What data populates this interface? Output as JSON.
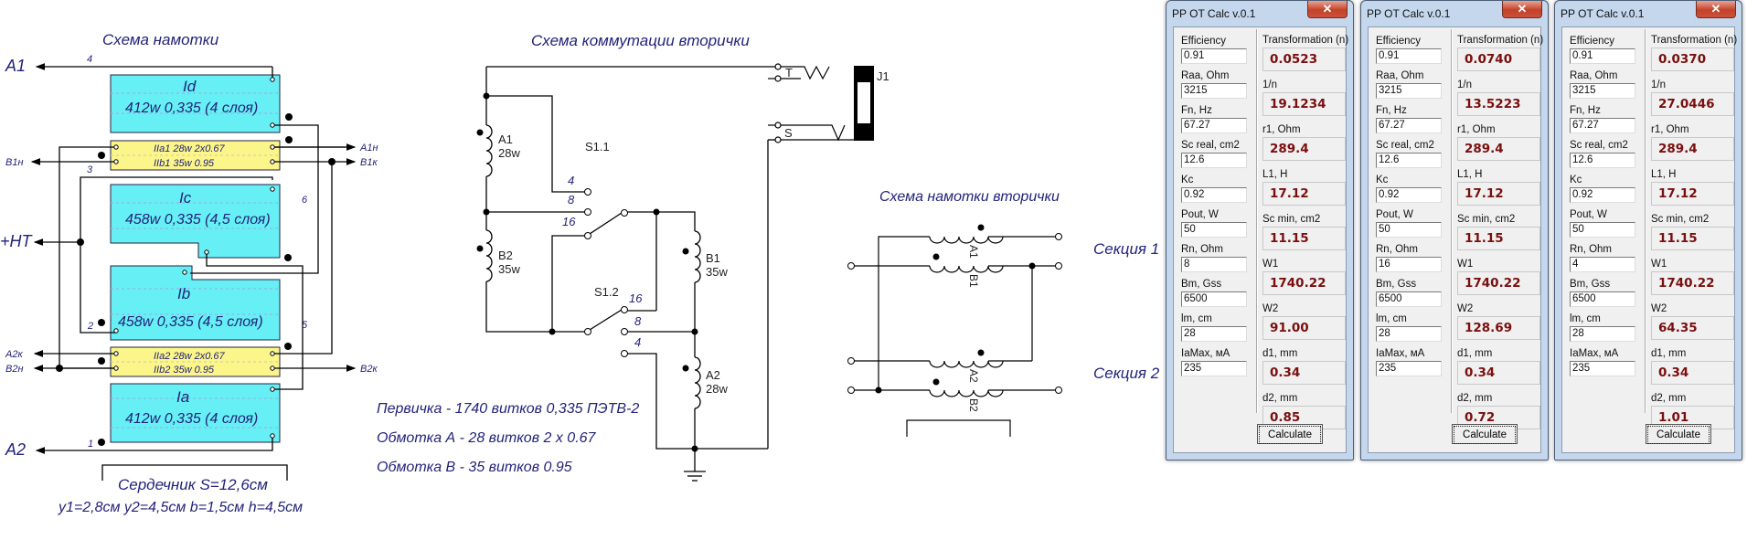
{
  "diagram": {
    "winding": {
      "title": "Схема намотки",
      "terminals": {
        "A1": "A1",
        "A2": "A2",
        "HT": "+HT",
        "B1n": "B1н",
        "A1n": "A1н",
        "B1k": "B1к",
        "A2k": "A2к",
        "B2n": "B2н",
        "B2k": "B2к"
      },
      "pin_numbers": {
        "p4": "4",
        "p3": "3",
        "p6": "6",
        "p2": "2",
        "p5": "5",
        "p1": "1"
      },
      "primary_sections": [
        {
          "name": "Id",
          "spec": "412w 0,335 (4 слоя)"
        },
        {
          "name": "Ic",
          "spec": "458w 0,335 (4,5 слоя)"
        },
        {
          "name": "Ib",
          "spec": "458w 0,335 (4,5 слоя)"
        },
        {
          "name": "Ia",
          "spec": "412w 0,335 (4 слоя)"
        }
      ],
      "secondary_sections": [
        {
          "line1": "IIa1 28w 2x0.67",
          "line2": "IIb1 35w 0.95"
        },
        {
          "line1": "IIa2 28w 2x0.67",
          "line2": "IIb2 35w 0.95"
        }
      ],
      "core_title": "Сердечник S=12,6см",
      "core_dims": "y1=2,8см y2=4,5см b=1,5см h=4,5см"
    },
    "switching": {
      "title": "Схема коммутации вторички",
      "coils": [
        {
          "name": "A1",
          "turns": "28w"
        },
        {
          "name": "B2",
          "turns": "35w"
        },
        {
          "name": "B1",
          "turns": "35w"
        },
        {
          "name": "A2",
          "turns": "28w"
        }
      ],
      "switch1": "S1.1",
      "switch2": "S1.2",
      "positions": [
        "4",
        "8",
        "16"
      ],
      "jack": "J1",
      "jack_tip": "T",
      "jack_sleeve": "S",
      "notes": [
        "Первичка - 1740 витков 0,335 ПЭТВ-2",
        "Обмотка А - 28 витков 2 х 0.67",
        "Обмотка В - 35 витков 0.95"
      ]
    },
    "secondary_winding": {
      "title": "Схема намотки вторички",
      "section1": "Секция 1",
      "section2": "Секция 2",
      "coil_labels": [
        "A1",
        "B1",
        "A2",
        "B2"
      ]
    }
  },
  "windows": [
    {
      "title": "PP OT Calc v.0.1",
      "close": "✕",
      "inputs": [
        {
          "label": "Efficiency",
          "value": "0.91"
        },
        {
          "label": "Raa, Ohm",
          "value": "3215"
        },
        {
          "label": "Fn, Hz",
          "value": "67.27"
        },
        {
          "label": "Sc real, cm2",
          "value": "12.6"
        },
        {
          "label": "Kc",
          "value": "0.92"
        },
        {
          "label": "Pout, W",
          "value": "50"
        },
        {
          "label": "Rn, Ohm",
          "value": "8"
        },
        {
          "label": "Bm, Gss",
          "value": "6500"
        },
        {
          "label": "lm, cm",
          "value": "28"
        },
        {
          "label": "IaMax, мА",
          "value": "235"
        }
      ],
      "outputs": [
        {
          "label": "Transformation (n)",
          "value": "0.0523"
        },
        {
          "label": "1/n",
          "value": "19.1234"
        },
        {
          "label": "r1, Ohm",
          "value": "289.4"
        },
        {
          "label": "L1, H",
          "value": "17.12"
        },
        {
          "label": "Sc min, cm2",
          "value": "11.15"
        },
        {
          "label": "W1",
          "value": "1740.22"
        },
        {
          "label": "W2",
          "value": "91.00"
        },
        {
          "label": "d1, mm",
          "value": "0.34"
        },
        {
          "label": "d2, mm",
          "value": "0.85"
        }
      ],
      "button": "Calculate"
    },
    {
      "title": "PP OT Calc v.0.1",
      "close": "✕",
      "inputs": [
        {
          "label": "Efficiency",
          "value": "0.91"
        },
        {
          "label": "Raa, Ohm",
          "value": "3215"
        },
        {
          "label": "Fn, Hz",
          "value": "67.27"
        },
        {
          "label": "Sc real, cm2",
          "value": "12.6"
        },
        {
          "label": "Kc",
          "value": "0.92"
        },
        {
          "label": "Pout, W",
          "value": "50"
        },
        {
          "label": "Rn, Ohm",
          "value": "16"
        },
        {
          "label": "Bm, Gss",
          "value": "6500"
        },
        {
          "label": "lm, cm",
          "value": "28"
        },
        {
          "label": "IaMax, мА",
          "value": "235"
        }
      ],
      "outputs": [
        {
          "label": "Transformation (n)",
          "value": "0.0740"
        },
        {
          "label": "1/n",
          "value": "13.5223"
        },
        {
          "label": "r1, Ohm",
          "value": "289.4"
        },
        {
          "label": "L1, H",
          "value": "17.12"
        },
        {
          "label": "Sc min, cm2",
          "value": "11.15"
        },
        {
          "label": "W1",
          "value": "1740.22"
        },
        {
          "label": "W2",
          "value": "128.69"
        },
        {
          "label": "d1, mm",
          "value": "0.34"
        },
        {
          "label": "d2, mm",
          "value": "0.72"
        }
      ],
      "button": "Calculate"
    },
    {
      "title": "PP OT Calc v.0.1",
      "close": "✕",
      "inputs": [
        {
          "label": "Efficiency",
          "value": "0.91"
        },
        {
          "label": "Raa, Ohm",
          "value": "3215"
        },
        {
          "label": "Fn, Hz",
          "value": "67.27"
        },
        {
          "label": "Sc real, cm2",
          "value": "12.6"
        },
        {
          "label": "Kc",
          "value": "0.92"
        },
        {
          "label": "Pout, W",
          "value": "50"
        },
        {
          "label": "Rn, Ohm",
          "value": "4"
        },
        {
          "label": "Bm, Gss",
          "value": "6500"
        },
        {
          "label": "lm, cm",
          "value": "28"
        },
        {
          "label": "IaMax, мА",
          "value": "235"
        }
      ],
      "outputs": [
        {
          "label": "Transformation (n)",
          "value": "0.0370"
        },
        {
          "label": "1/n",
          "value": "27.0446"
        },
        {
          "label": "r1, Ohm",
          "value": "289.4"
        },
        {
          "label": "L1, H",
          "value": "17.12"
        },
        {
          "label": "Sc min, cm2",
          "value": "11.15"
        },
        {
          "label": "W1",
          "value": "1740.22"
        },
        {
          "label": "W2",
          "value": "64.35"
        },
        {
          "label": "d1, mm",
          "value": "0.34"
        },
        {
          "label": "d2, mm",
          "value": "1.01"
        }
      ],
      "button": "Calculate"
    }
  ]
}
